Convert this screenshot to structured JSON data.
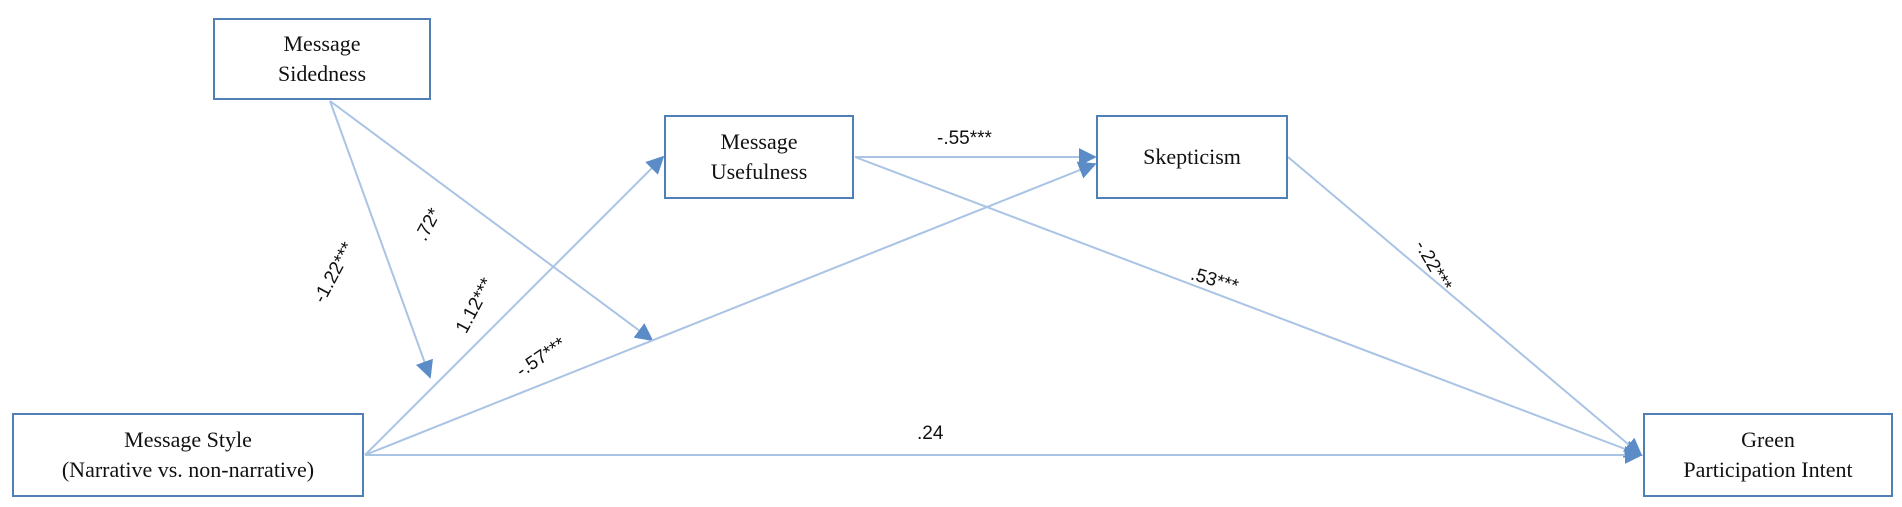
{
  "nodes": {
    "sidedness": {
      "line1": "Message",
      "line2": "Sidedness"
    },
    "usefulness": {
      "line1": "Message",
      "line2": "Usefulness"
    },
    "skepticism": {
      "line1": "Skepticism"
    },
    "style": {
      "line1": "Message Style",
      "line2": "(Narrative vs. non-narrative)"
    },
    "intent": {
      "line1": "Green",
      "line2": "Participation Intent"
    }
  },
  "paths": {
    "sidedness_to_style": "-1.22***",
    "sidedness_moderation": ".72*",
    "style_to_usefulness": "1.12***",
    "style_to_skepticism": "-.57***",
    "usefulness_to_skepticism": "-.55***",
    "usefulness_to_intent": ".53***",
    "skepticism_to_intent": "-.22***",
    "style_to_intent": ".24"
  },
  "colors": {
    "box_border": "#4f7fb5",
    "arrow": "#a9c4e4",
    "arrowhead": "#5b8cc8",
    "text": "#111111"
  }
}
